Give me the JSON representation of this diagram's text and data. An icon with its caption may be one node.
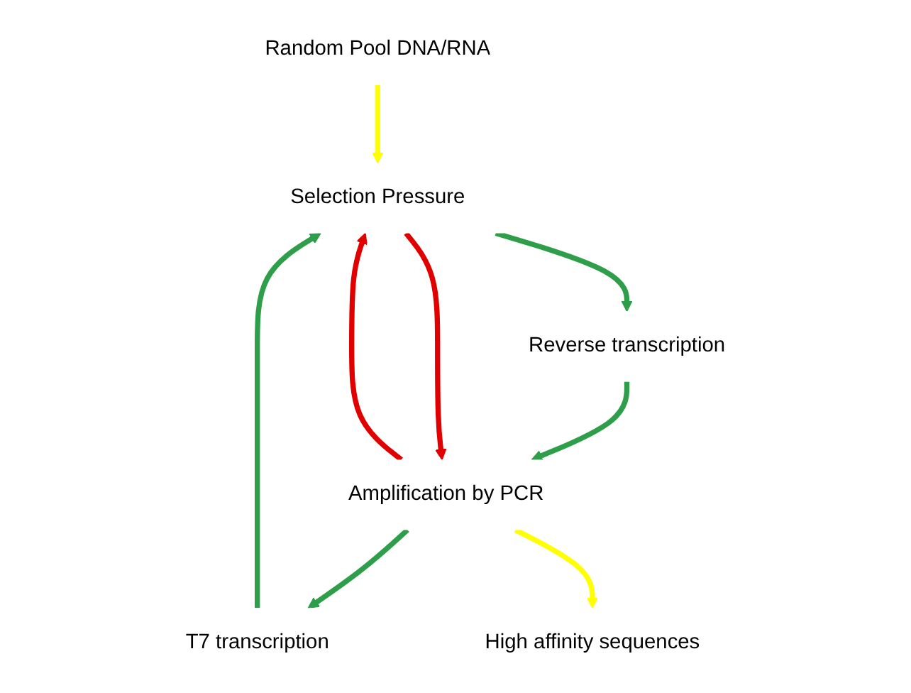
{
  "diagram": {
    "nodes": [
      {
        "text": [
          "Random Pool DNA/RNA"
        ]
      },
      {
        "text": [
          "Selection Pressure"
        ]
      },
      {
        "text": [
          "Reverse transcription"
        ]
      },
      {
        "text": [
          "Amplification by PCR"
        ]
      },
      {
        "text": [
          "T7 transcription"
        ]
      },
      {
        "text": [
          "High affinity sequences"
        ]
      }
    ],
    "edges": [
      {
        "from": 0,
        "to": 1,
        "arrow": "to",
        "color": "#ffff00"
      },
      {
        "from": 1,
        "to": 2,
        "arrow": "to"
      },
      {
        "from": 2,
        "to": 3,
        "arrow": "to"
      },
      {
        "from": 3,
        "to": 4,
        "arrow": "to"
      },
      {
        "from": 4,
        "to": 1,
        "arrow": "to"
      },
      {
        "from": 1,
        "to": 3,
        "arrow": "to",
        "color": "#e00000"
      },
      {
        "from": 3,
        "to": 1,
        "arrow": "to",
        "color": "#e00000"
      },
      {
        "from": 3,
        "to": 5,
        "arrow": "to",
        "color": "#ffff00"
      }
    ]
  }
}
